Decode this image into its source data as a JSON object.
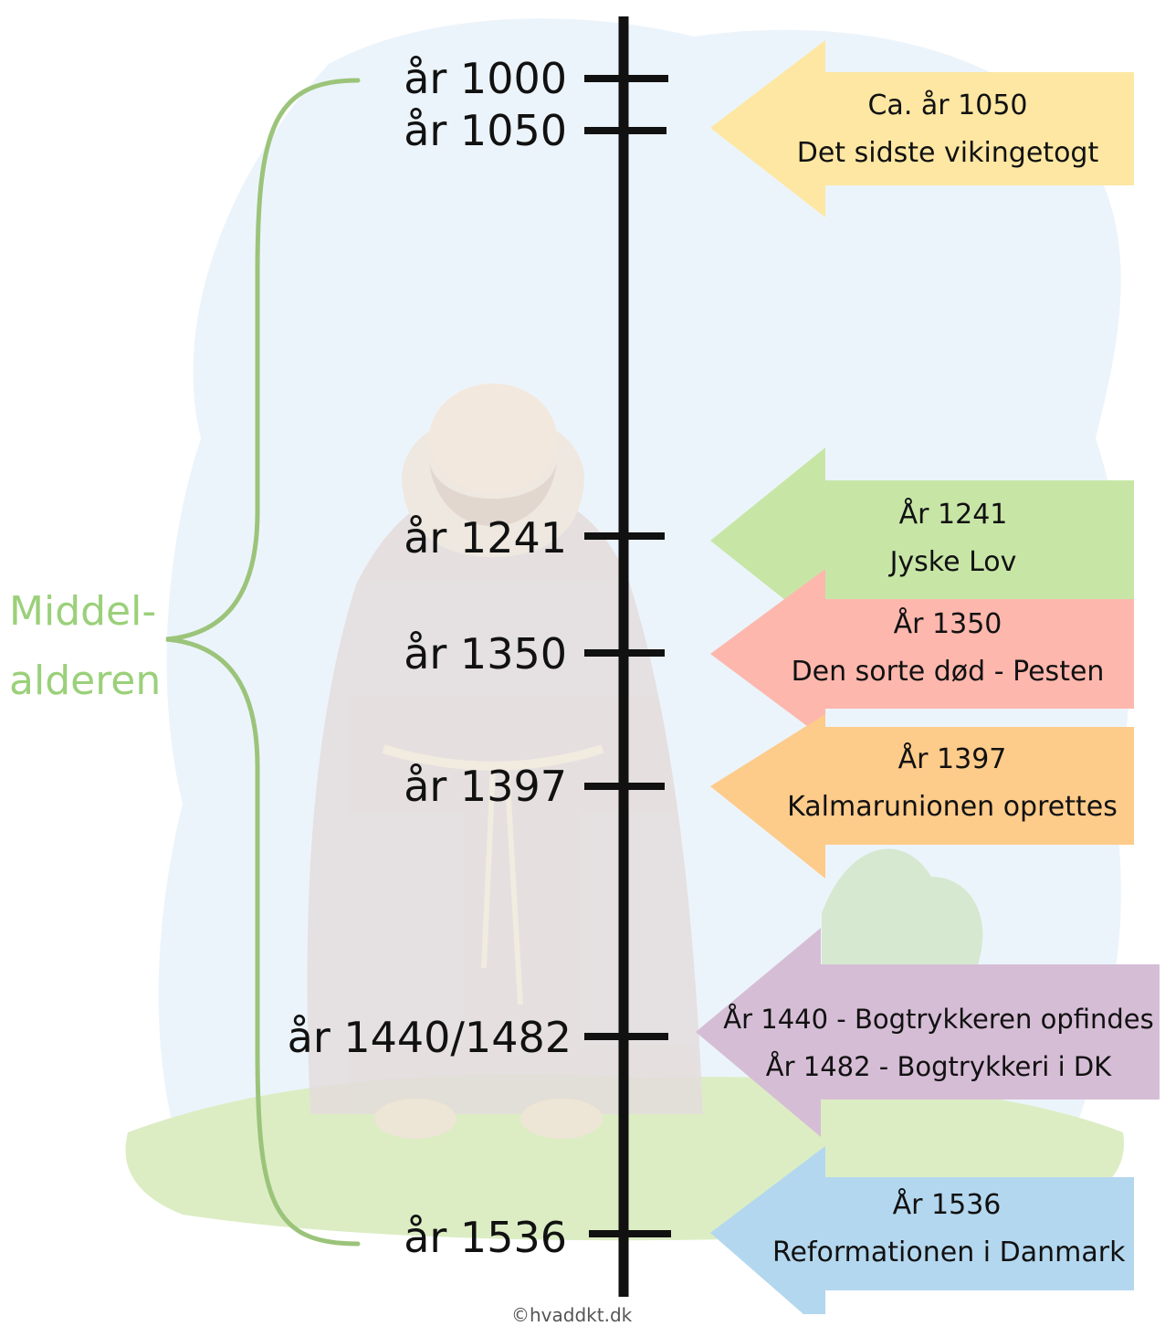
{
  "period_label": {
    "line1": "Middel-",
    "line2": "alderen"
  },
  "colors": {
    "axis": "#111111",
    "brace": "#9bc47a",
    "period_text": "#9bd07a",
    "yellow": "#fde7a2",
    "green": "#c7e6a6",
    "red": "#fdb7ad",
    "orange": "#fdcb8a",
    "purple": "#d6bdd6",
    "blue": "#b3d7ee"
  },
  "timeline": [
    {
      "year": "år 1000"
    },
    {
      "year": "år 1050"
    },
    {
      "year": "år 1241"
    },
    {
      "year": "år 1350"
    },
    {
      "year": "år 1397"
    },
    {
      "year": "år 1440/1482"
    },
    {
      "year": "år 1536"
    }
  ],
  "events": [
    {
      "line1": "Ca. år 1050",
      "line2": "Det sidste vikingetogt",
      "color": "yellow"
    },
    {
      "line1": "År 1241",
      "line2": "Jyske Lov",
      "color": "green"
    },
    {
      "line1": "År 1350",
      "line2": "Den sorte død - Pesten",
      "color": "red"
    },
    {
      "line1": "År 1397",
      "line2": "Kalmarunionen oprettes",
      "color": "orange"
    },
    {
      "line1": "År 1440 - Bogtrykkeren opfindes",
      "line2": "År 1482 - Bogtrykkeri i DK",
      "color": "purple"
    },
    {
      "line1": "År 1536",
      "line2": "Reformationen i Danmark",
      "color": "blue"
    }
  ],
  "credit": "©hvaddkt.dk"
}
